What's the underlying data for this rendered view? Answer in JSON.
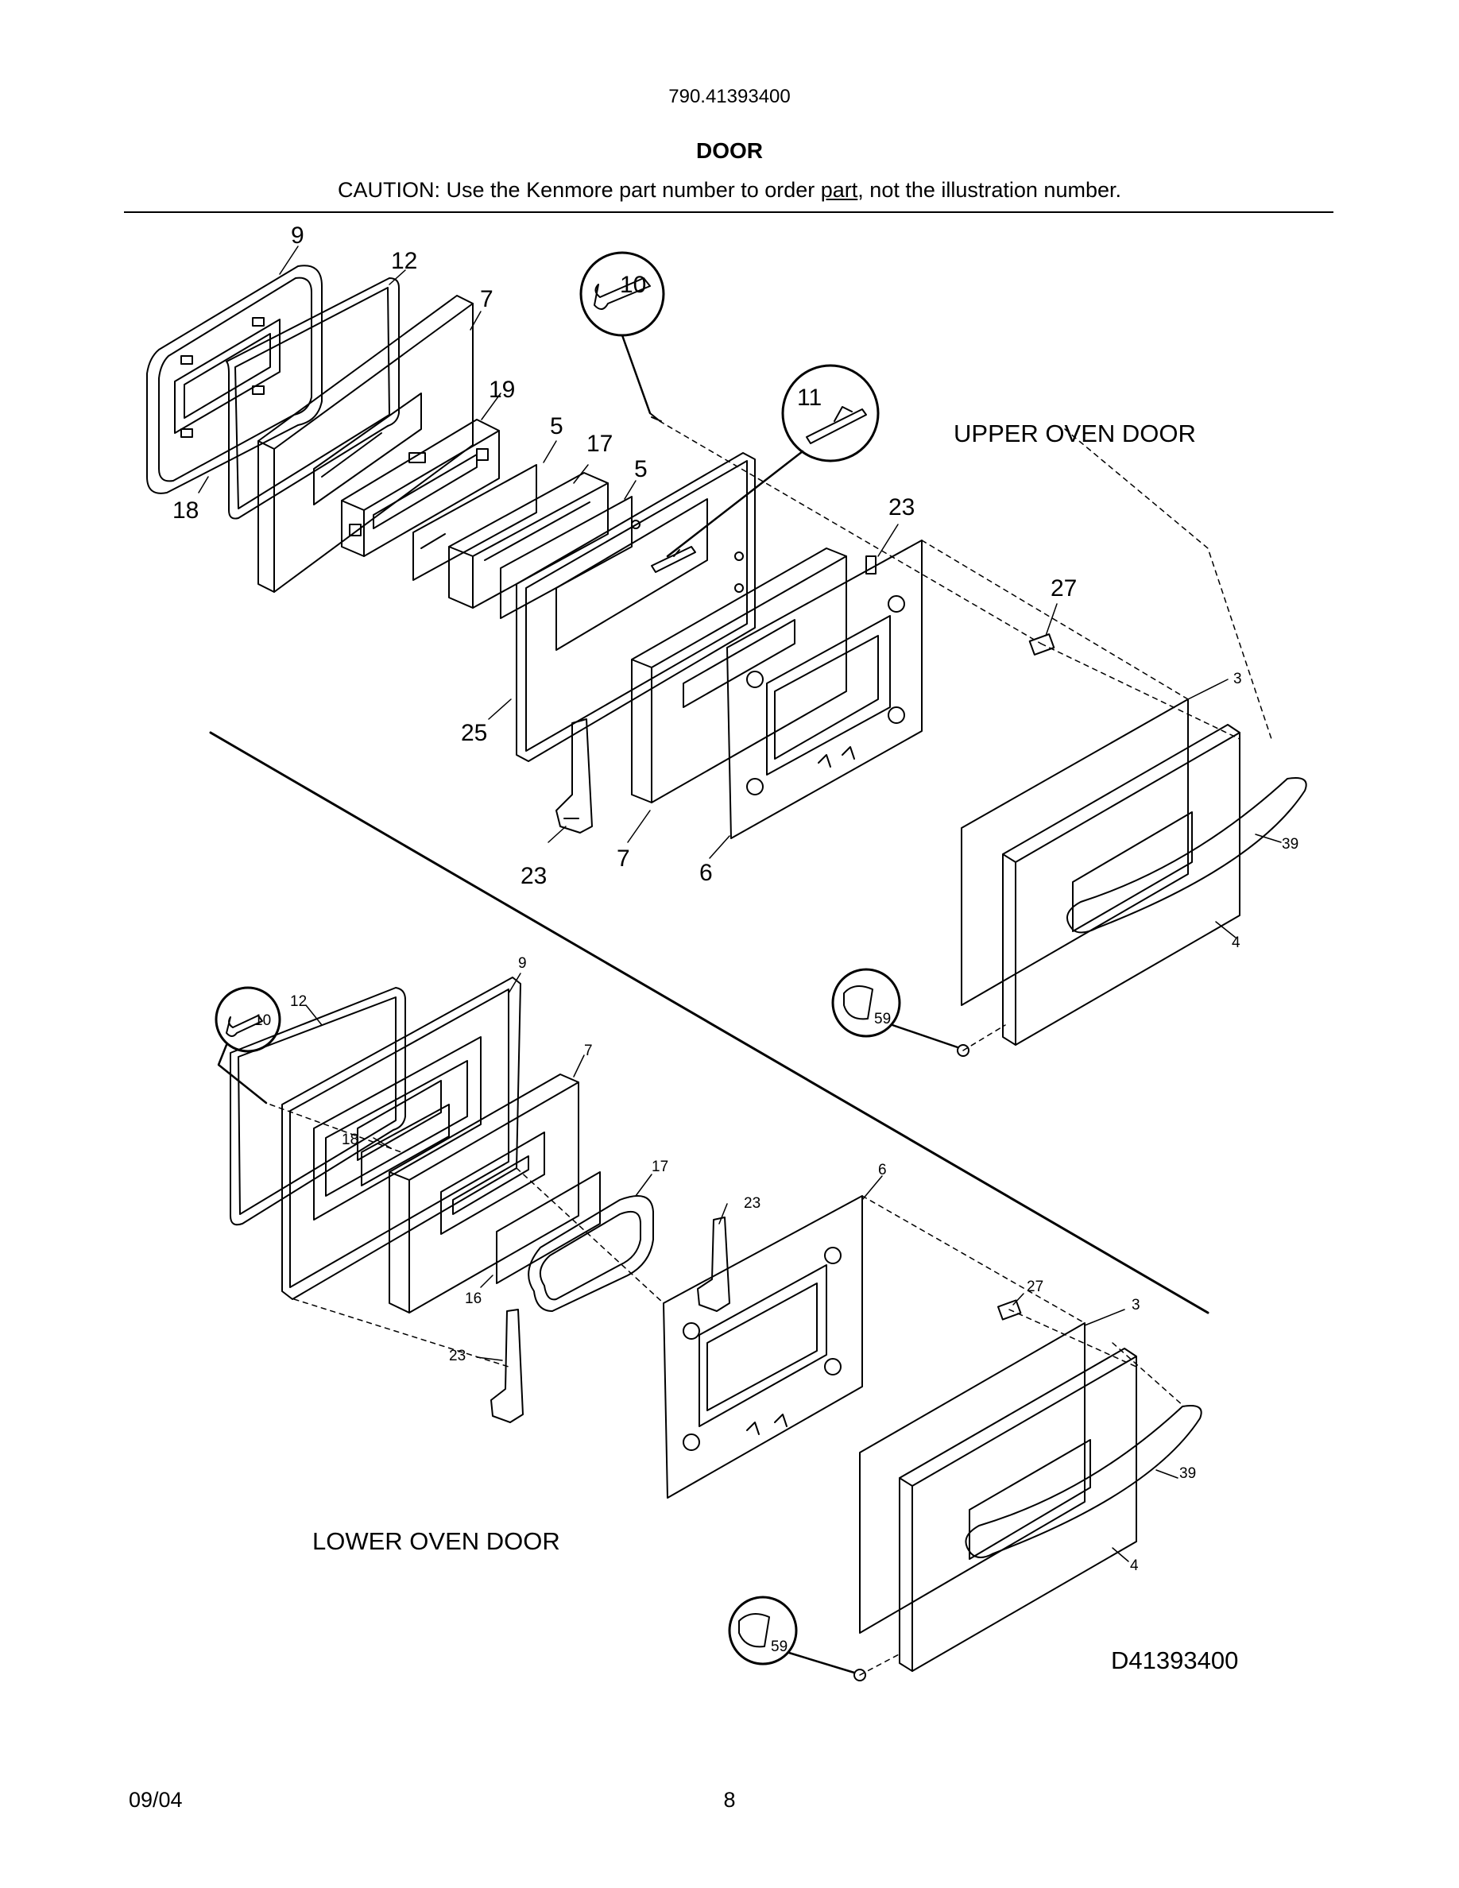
{
  "header": {
    "model_number": "790.41393400",
    "title": "DOOR",
    "caution_before": "CAUTION: Use the Kenmore part number to order ",
    "caution_link": "part",
    "caution_after": ", not the illustration number."
  },
  "sections": {
    "upper": "UPPER OVEN DOOR",
    "lower": "LOWER OVEN DOOR"
  },
  "upper_callouts": {
    "c9": "9",
    "c12": "12",
    "c7a": "7",
    "c19": "19",
    "c5a": "5",
    "c17": "17",
    "c5b": "5",
    "c18": "18",
    "c10": "10",
    "c11": "11",
    "c23a": "23",
    "c27": "27",
    "c25": "25",
    "c23b": "23",
    "c7b": "7",
    "c6": "6",
    "c3": "3",
    "c39": "39",
    "c4": "4",
    "c59": "59"
  },
  "lower_callouts": {
    "c9": "9",
    "c12": "12",
    "c10": "10",
    "c7": "7",
    "c18": "18",
    "c17": "17",
    "c16": "16",
    "c23a": "23",
    "c23b": "23",
    "c6": "6",
    "c27": "27",
    "c3": "3",
    "c39": "39",
    "c4": "4",
    "c59": "59"
  },
  "footer": {
    "drawing_code": "D41393400",
    "date": "09/04",
    "page_number": "8"
  }
}
